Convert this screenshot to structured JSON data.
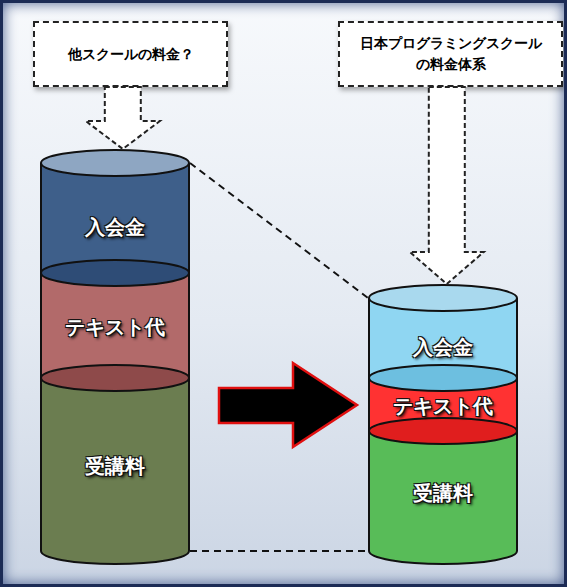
{
  "diagram": {
    "nodes": [
      {
        "text": [
          "他スクールの料金？"
        ]
      },
      {
        "text": [
          "日本プログラミングスクール の料金体系"
        ]
      },
      {
        "text": [
          "入会金"
        ]
      },
      {
        "text": [
          "テキスト代"
        ]
      },
      {
        "text": [
          "受講料"
        ]
      },
      {
        "text": [
          "入会金"
        ]
      },
      {
        "text": [
          "テキスト代"
        ]
      },
      {
        "text": [
          "受講料"
        ]
      }
    ],
    "edges": [
      {
        "from": 0,
        "to": 2,
        "arrow": "to"
      },
      {
        "from": 1,
        "to": 5,
        "arrow": "to"
      }
    ]
  }
}
